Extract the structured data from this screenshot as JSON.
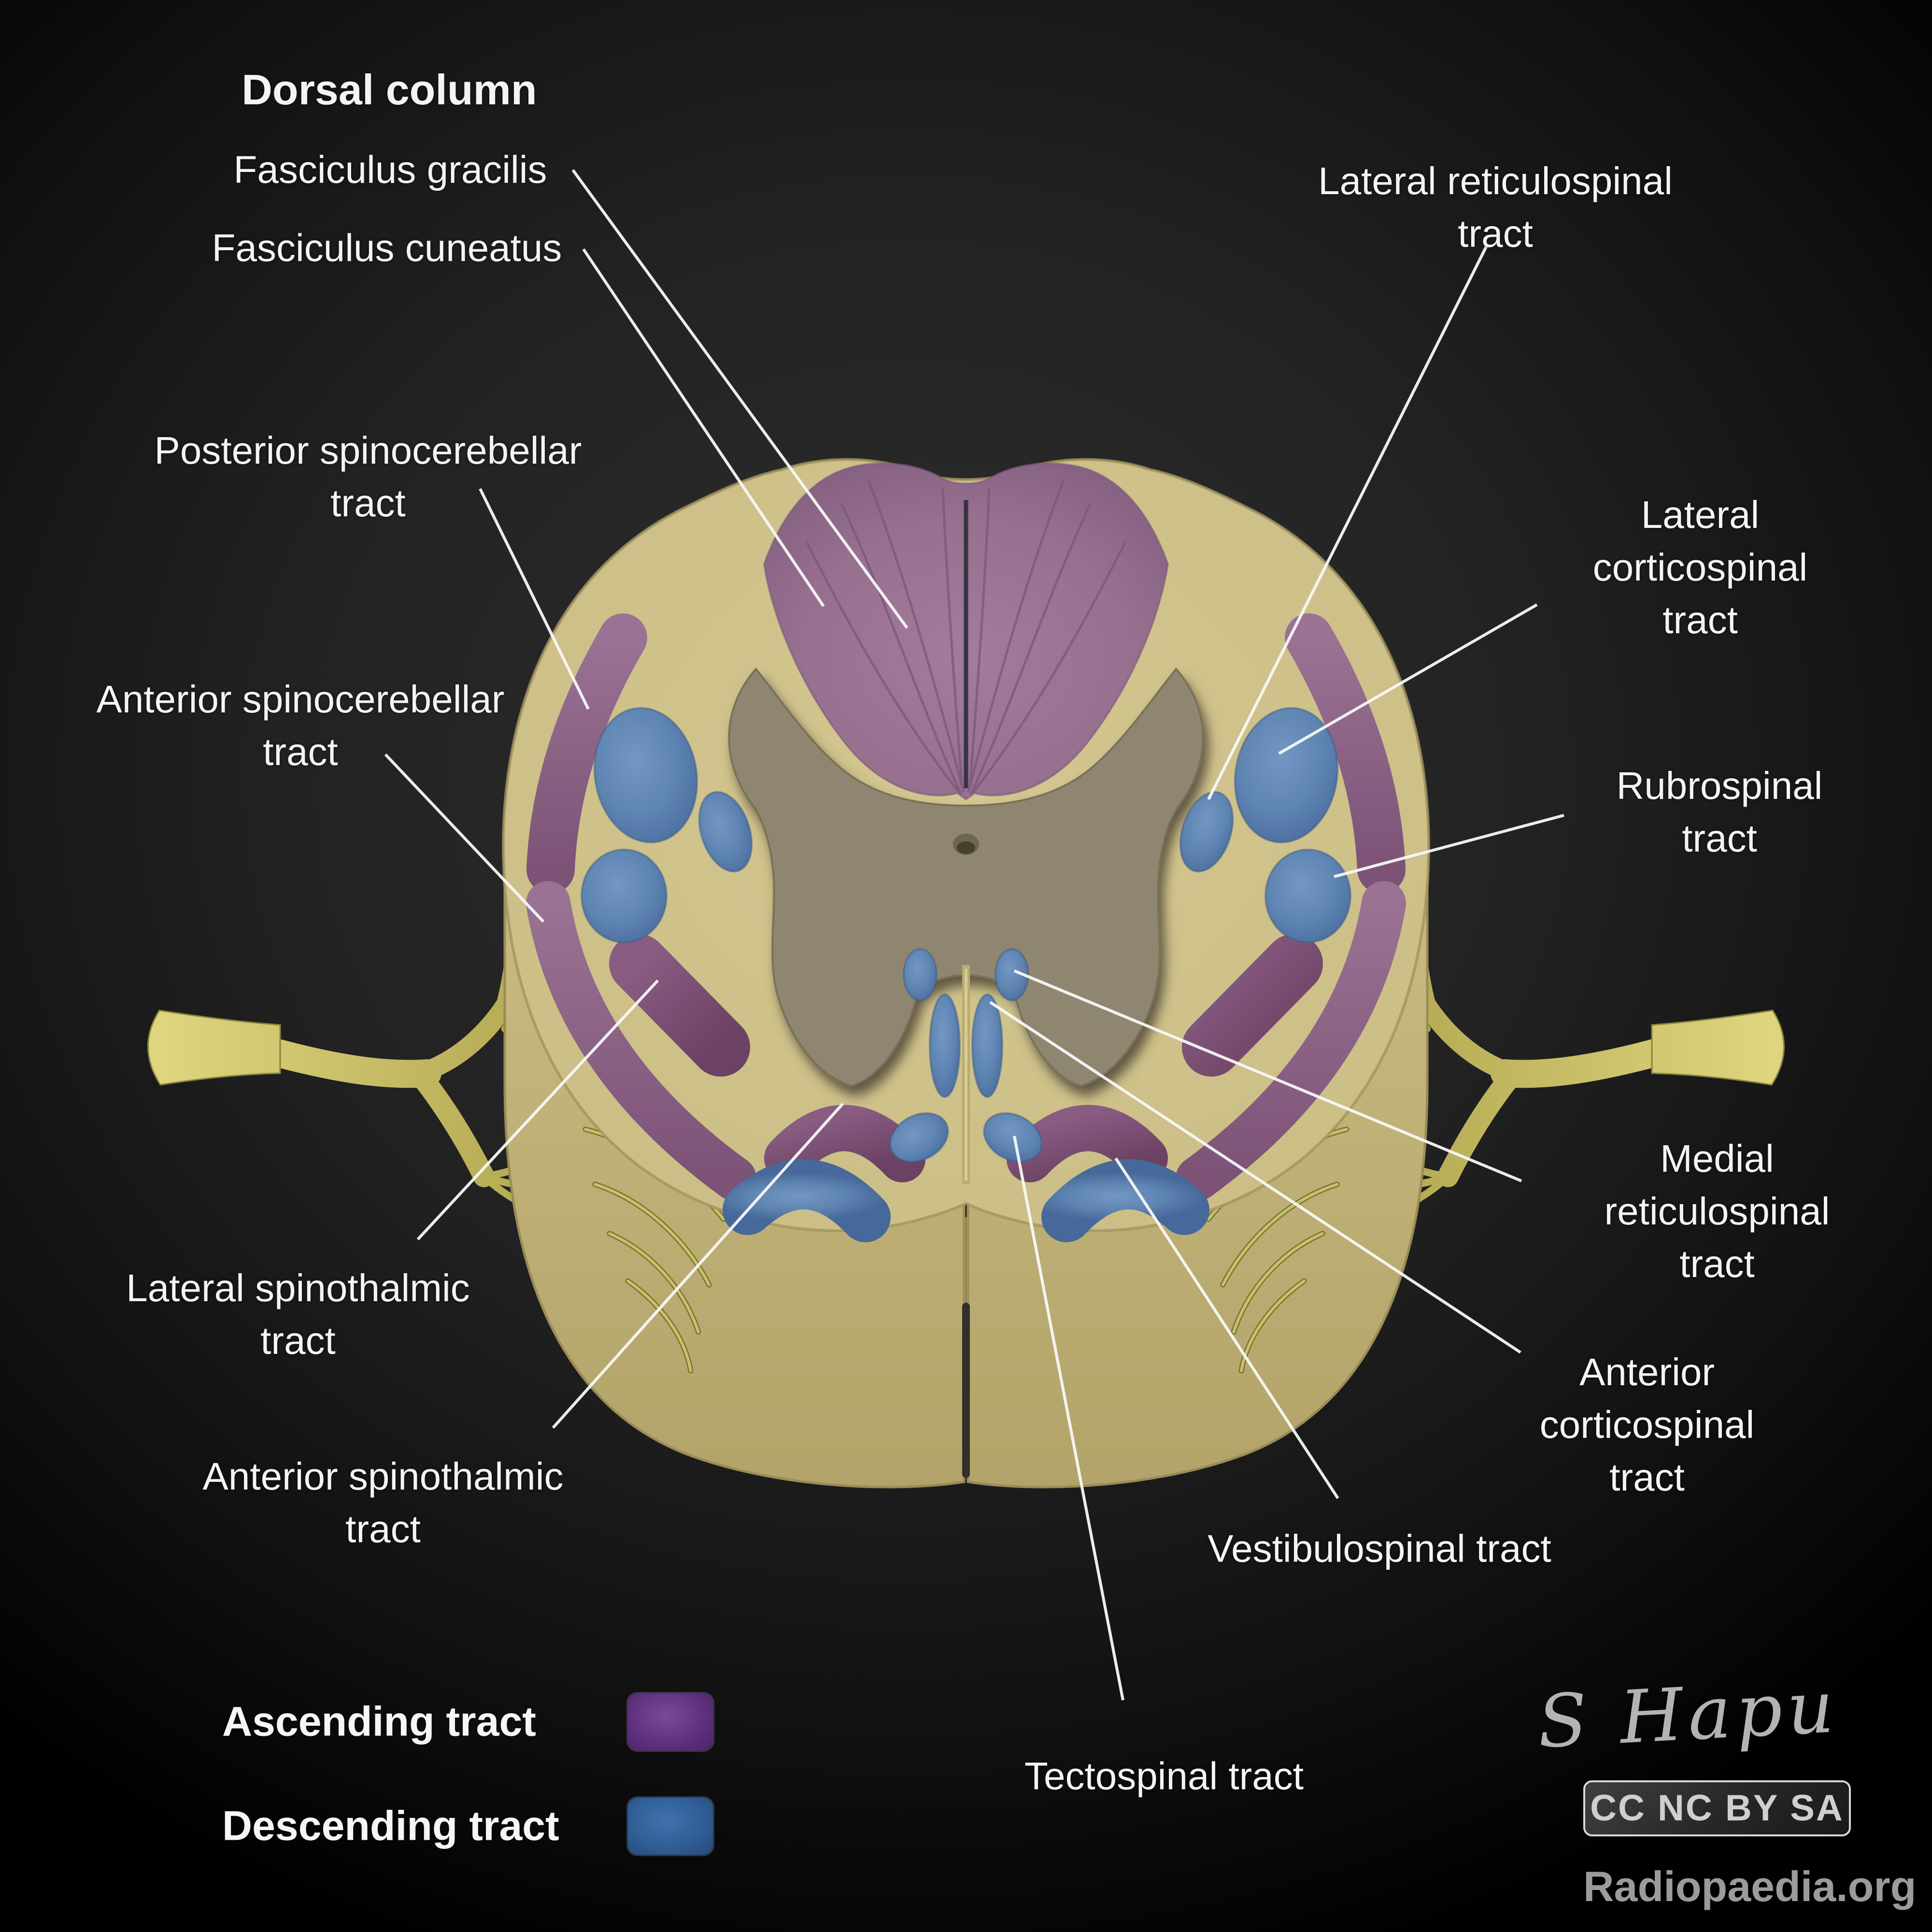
{
  "figure": {
    "type": "anatomy-diagram",
    "subject": "Spinal cord cross-section with ascending and descending tracts",
    "labels": {
      "dorsal_column": {
        "text": "Dorsal column"
      },
      "fasciculus_gracilis": {
        "text": "Fasciculus gracilis"
      },
      "fasciculus_cuneatus": {
        "text": "Fasciculus cuneatus"
      },
      "posterior_spinocerebellar": {
        "text": "Posterior spinocerebellar\ntract"
      },
      "anterior_spinocerebellar": {
        "text": "Anterior spinocerebellar\ntract"
      },
      "lateral_spinothalmic": {
        "text": "Lateral spinothalmic\ntract"
      },
      "anterior_spinothalmic": {
        "text": "Anterior spinothalmic\ntract"
      },
      "lateral_reticulospinal": {
        "text": "Lateral reticulospinal tract"
      },
      "lateral_corticospinal": {
        "text": "Lateral corticospinal\ntract"
      },
      "rubrospinal": {
        "text": "Rubrospinal tract"
      },
      "medial_reticulospinal": {
        "text": "Medial reticulospinal\ntract"
      },
      "anterior_corticospinal": {
        "text": "Anterior corticospinal\ntract"
      },
      "vestibulospinal": {
        "text": "Vestibulospinal tract"
      },
      "tectospinal": {
        "text": "Tectospinal tract"
      }
    },
    "legend": {
      "ascending": {
        "label": "Ascending tract",
        "color": "#5e2f7d"
      },
      "descending": {
        "label": "Descending tract",
        "color": "#2f5c93"
      }
    },
    "credits": {
      "signature": "S Hapu",
      "license": "CC NC BY SA",
      "site": "Radiopaedia.org"
    },
    "colors": {
      "ascending_tract_fill": "#96708f",
      "descending_tract_fill": "#5f86b4",
      "white_matter": "#cfc28b",
      "gray_matter": "#8f8671",
      "nerve_root": "#c9c064",
      "leader_line": "#f8f8f8",
      "background": "#000000"
    }
  }
}
